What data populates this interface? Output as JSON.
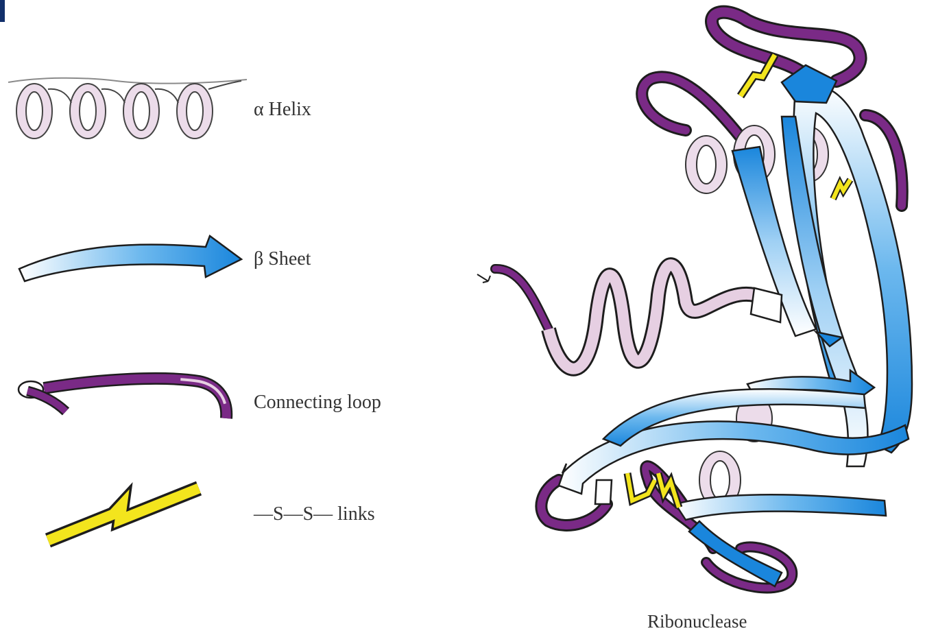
{
  "legend": {
    "helix": "α Helix",
    "sheet": "β Sheet",
    "loop": "Connecting loop",
    "ss_links": "—S—S— links"
  },
  "caption": "Ribonuclease",
  "colors": {
    "helix": "#e6cfe2",
    "sheet": "#1f8ee0",
    "loop": "#7a2a86",
    "disulfide": "#f3e51d",
    "corner": "#12306b"
  }
}
